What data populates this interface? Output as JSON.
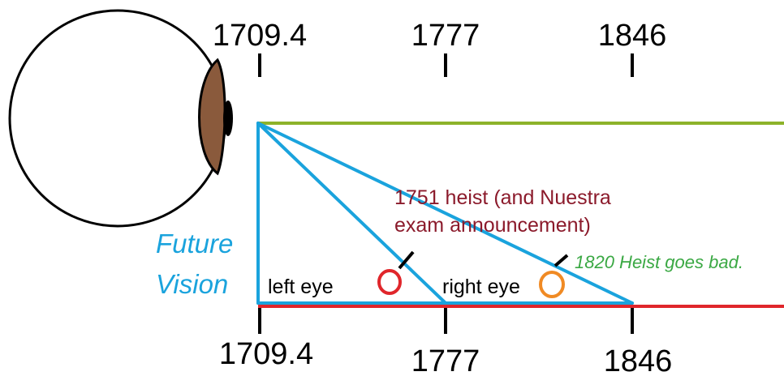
{
  "timeline": {
    "top_ticks": [
      "1709.4",
      "1777",
      "1846"
    ],
    "bottom_ticks": [
      "1709.4",
      "1777",
      "1846"
    ]
  },
  "labels": {
    "future_vision_line1": "Future",
    "future_vision_line2": "Vision",
    "left_eye": "left eye",
    "right_eye": "right eye",
    "heist_1751_line1": "1751 heist (and Nuestra",
    "heist_1751_line2": "exam announcement)",
    "heist_1820": "1820 Heist goes bad."
  },
  "colors": {
    "blue": "#1aa3dd",
    "green": "#8db32a",
    "red": "#e0262b",
    "dark_red": "#8b1a2b",
    "label_green": "#3aa843",
    "marker_orange": "#f08a24",
    "iris_brown": "#8a5a3c"
  },
  "icons": {
    "eye": "eye-icon"
  }
}
